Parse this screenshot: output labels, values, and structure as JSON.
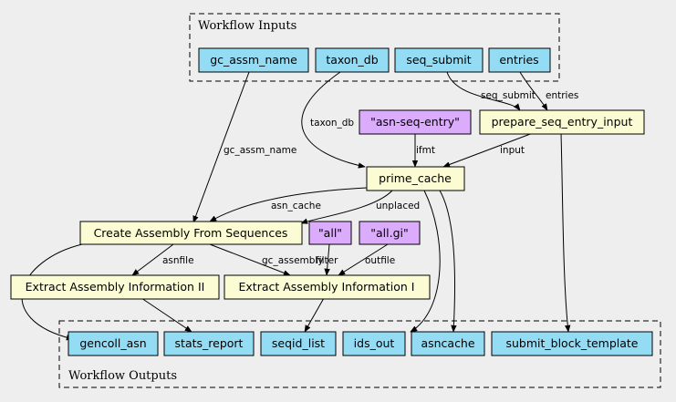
{
  "colors": {
    "background": "#eeeeee",
    "input_node": "#94dcf4",
    "tool_node": "#fcfcd4",
    "constant_node": "#dcacfc"
  },
  "clusters": {
    "inputs_label": "Workflow Inputs",
    "outputs_label": "Workflow Outputs"
  },
  "nodes": {
    "gc_assm_name": "gc_assm_name",
    "taxon_db": "taxon_db",
    "seq_submit": "seq_submit",
    "entries": "entries",
    "asn_seq_entry": "\"asn-seq-entry\"",
    "prepare_seq_entry_input": "prepare_seq_entry_input",
    "prime_cache": "prime_cache",
    "create_assembly": "Create Assembly From Sequences",
    "all": "\"all\"",
    "all_gi": "\"all.gi\"",
    "extract_ii": "Extract Assembly Information II",
    "extract_i": "Extract Assembly Information I",
    "gencoll_asn": "gencoll_asn",
    "stats_report": "stats_report",
    "seqid_list": "seqid_list",
    "ids_out": "ids_out",
    "asncache": "asncache",
    "submit_block_template": "submit_block_template"
  },
  "edge_labels": {
    "seq_submit": "seq_submit",
    "entries": "entries",
    "taxon_db": "taxon_db",
    "gc_assm_name": "gc_assm_name",
    "ifmt": "ifmt",
    "input": "input",
    "asn_cache": "asn_cache",
    "unplaced": "unplaced",
    "asnfile": "asnfile",
    "gc_assembly": "gc_assembly",
    "filter": "filter",
    "outfile": "outfile"
  }
}
